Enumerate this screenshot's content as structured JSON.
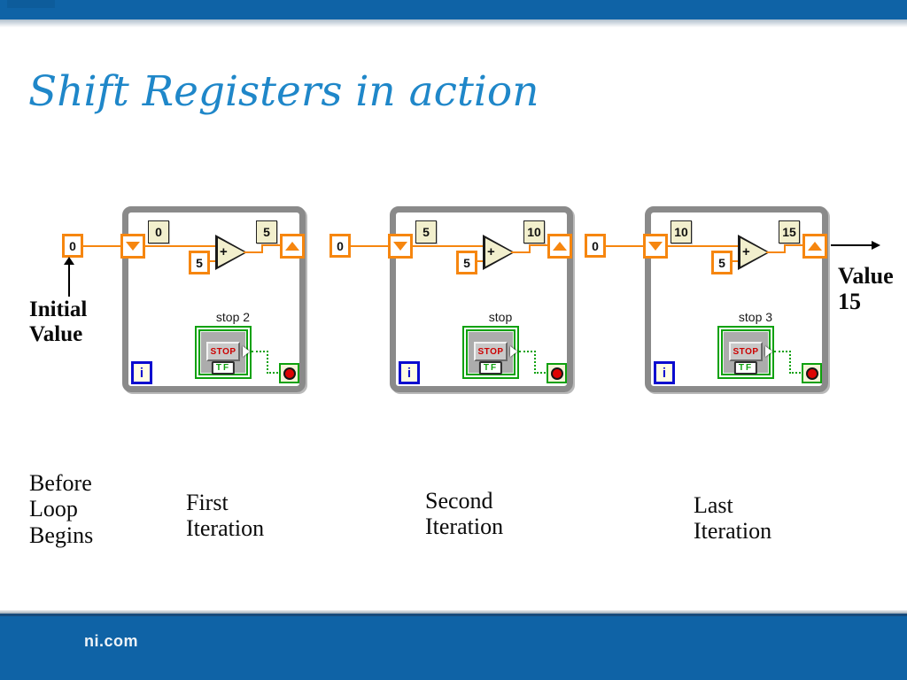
{
  "slide": {
    "title": "Shift Registers in action",
    "footer": "ni.com"
  },
  "annotations": {
    "initial_value": "Initial Value",
    "result_value": "Value 15"
  },
  "captions": {
    "before": "Before Loop Begins",
    "first": "First Iteration",
    "second": "Second Iteration",
    "last": "Last Iteration"
  },
  "loops": [
    {
      "initial_input": "0",
      "shifted_in": "0",
      "increment": "5",
      "add_label": "+",
      "result": "5",
      "stop_label": "stop 2",
      "stop_button": "STOP",
      "boolean_label": "TF",
      "iteration_label": "i"
    },
    {
      "initial_input": "0",
      "shifted_in": "5",
      "increment": "5",
      "add_label": "+",
      "result": "10",
      "stop_label": "stop",
      "stop_button": "STOP",
      "boolean_label": "TF",
      "iteration_label": "i"
    },
    {
      "initial_input": "0",
      "shifted_in": "10",
      "increment": "5",
      "add_label": "+",
      "result": "15",
      "stop_label": "stop 3",
      "stop_button": "STOP",
      "boolean_label": "TF",
      "iteration_label": "i"
    }
  ],
  "colors": {
    "header_blue": "#0f63a6",
    "title_blue": "#1f87c9",
    "wire_orange": "#f6860f",
    "node_fill": "#f2efcd",
    "loop_border_gray": "#8a8a8a",
    "boolean_green": "#0da10d",
    "stop_red": "#dd0404",
    "iteration_blue": "#0b0bcf"
  }
}
